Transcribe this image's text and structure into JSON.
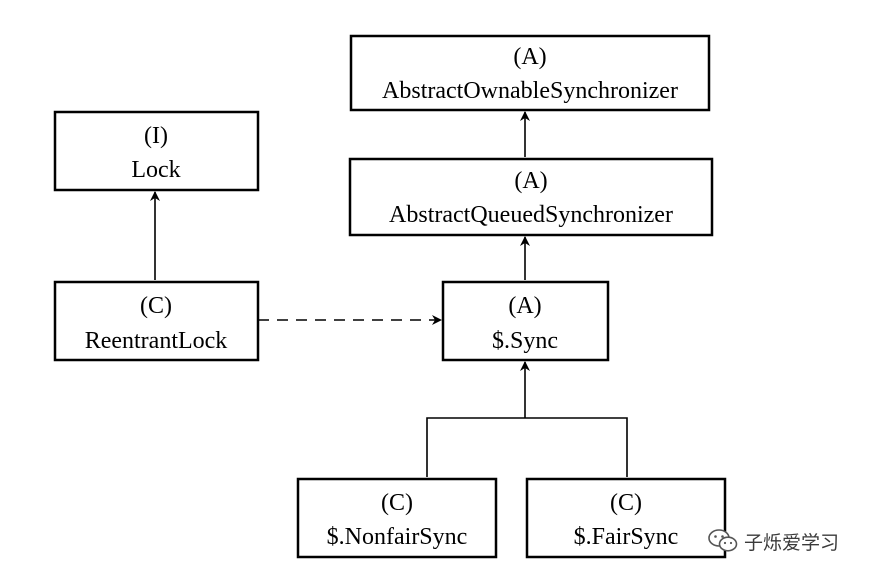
{
  "diagram": {
    "nodes": {
      "aos": {
        "stereotype": "(A)",
        "name": "AbstractOwnableSynchronizer"
      },
      "aqs": {
        "stereotype": "(A)",
        "name": "AbstractQueuedSynchronizer"
      },
      "lock": {
        "stereotype": "(I)",
        "name": "Lock"
      },
      "reentrant": {
        "stereotype": "(C)",
        "name": "ReentrantLock"
      },
      "sync": {
        "stereotype": "(A)",
        "name": "$.Sync"
      },
      "nonfair": {
        "stereotype": "(C)",
        "name": "$.NonfairSync"
      },
      "fair": {
        "stereotype": "(C)",
        "name": "$.FairSync"
      }
    },
    "edges": [
      {
        "from": "aqs",
        "to": "aos",
        "style": "solid",
        "arrow": "open"
      },
      {
        "from": "sync",
        "to": "aqs",
        "style": "solid",
        "arrow": "open"
      },
      {
        "from": "reentrant",
        "to": "lock",
        "style": "solid",
        "arrow": "open"
      },
      {
        "from": "reentrant",
        "to": "sync",
        "style": "dashed",
        "arrow": "open"
      },
      {
        "from": "nonfair",
        "to": "sync",
        "style": "solid",
        "arrow": "open"
      },
      {
        "from": "fair",
        "to": "sync",
        "style": "solid",
        "arrow": "open"
      }
    ]
  },
  "watermark": {
    "text": "子烁爱学习",
    "icon": "wechat-icon"
  }
}
